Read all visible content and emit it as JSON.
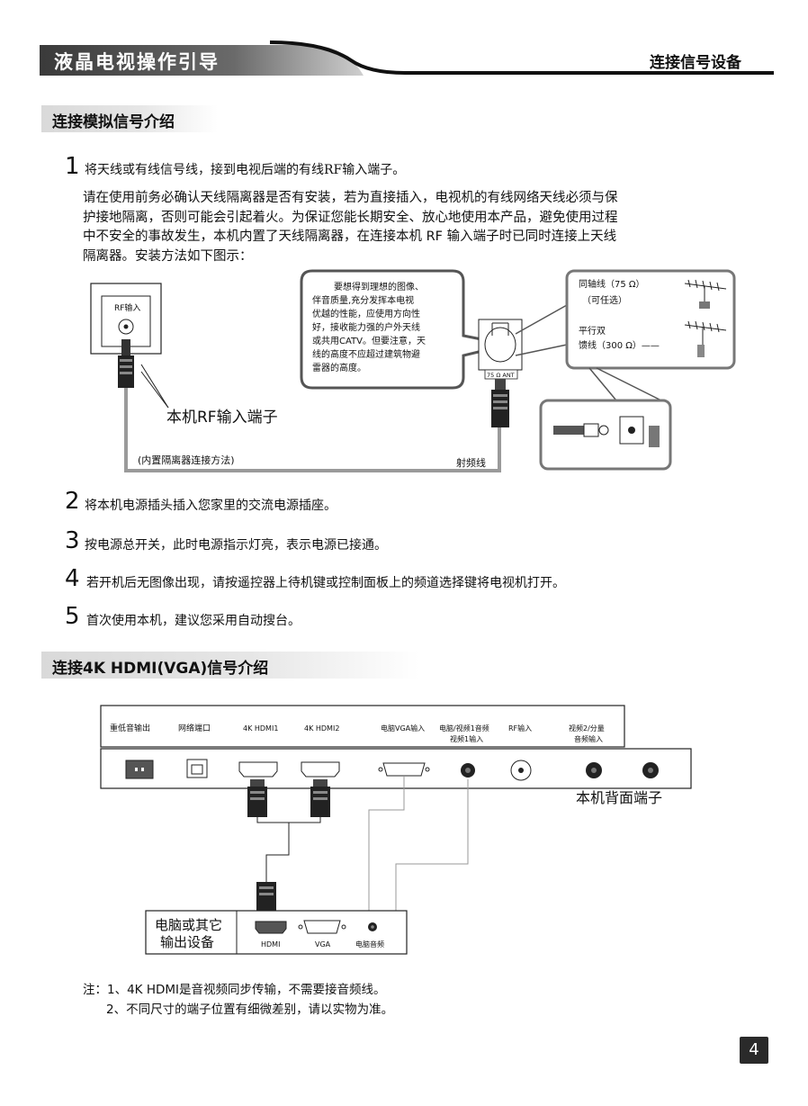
{
  "header": {
    "title": "液晶电视操作引导",
    "right_label": "连接信号设备"
  },
  "section1": {
    "title": "连接模拟信号介绍",
    "step1": {
      "num": "1",
      "text": "将天线或有线信号线，接到电视后端的有线RF输入端子。"
    },
    "paragraph": [
      "请在使用前务必确认天线隔离器是否有安装，若为直接插入，电视机的有线网络天线必须与保",
      "护接地隔离，否则可能会引起着火。为保证您能长期安全、放心地使用本产品，避免使用过程",
      "中不安全的事故发生，本机内置了天线隔离器，在连接本机 RF 输入端子时已同时连接上天线",
      "隔离器。安装方法如下图示："
    ],
    "diagram": {
      "rf_box_label": "RF输入",
      "rf_terminal_label": "本机RF输入端子",
      "builtin_method_label": "(内置隔离器连接方法)",
      "rf_cable_label": "射频线",
      "ant_label": "75 Ω ANT",
      "bubble_lines": [
        "要想得到理想的图像、",
        "伴音质量,充分发挥本电视",
        "优越的性能，应使用方向性",
        "好，接收能力强的户外天线",
        "或共用CATV。但要注意，天",
        "线的高度不应超过建筑物避",
        "雷器的高度。"
      ],
      "coax_label": "同轴线（75 Ω）",
      "optional_label": "（可任选）",
      "twin_label_1": "平行双",
      "twin_label_2": "馈线（300 Ω）——"
    },
    "step2": {
      "num": "2",
      "text": "将本机电源插头插入您家里的交流电源插座。"
    },
    "step3": {
      "num": "3",
      "text": "按电源总开关，此时电源指示灯亮，表示电源已接通。"
    },
    "step4": {
      "num": "4",
      "text": "若开机后无图像出现，请按遥控器上待机键或控制面板上的频道选择键将电视机打开。"
    },
    "step5": {
      "num": "5",
      "text": "首次使用本机，建议您采用自动搜台。"
    }
  },
  "section2": {
    "title": "连接4K HDMI(VGA)信号介绍",
    "ports": {
      "subwoofer": "重低音输出",
      "network": "网络端口",
      "hdmi1": "4K HDMI1",
      "hdmi2": "4K HDMI2",
      "vga_in": "电脑VGA输入",
      "pc_audio_1": "电脑/视频1音频",
      "pc_audio_2": "视频1输入",
      "rf_in": "RF输入",
      "video2_1": "视频2/分量",
      "video2_2": "音频输入"
    },
    "rear_label": "本机背面端子",
    "device_label_1": "电脑或其它",
    "device_label_2": "输出设备",
    "device_hdmi": "HDMI",
    "device_vga": "VGA",
    "device_audio": "电脑音频"
  },
  "notes": [
    "注：1、4K HDMI是音视频同步传输，不需要接音频线。",
    "2、不同尺寸的端子位置有细微差别，请以实物为准。"
  ],
  "page_number": "4"
}
